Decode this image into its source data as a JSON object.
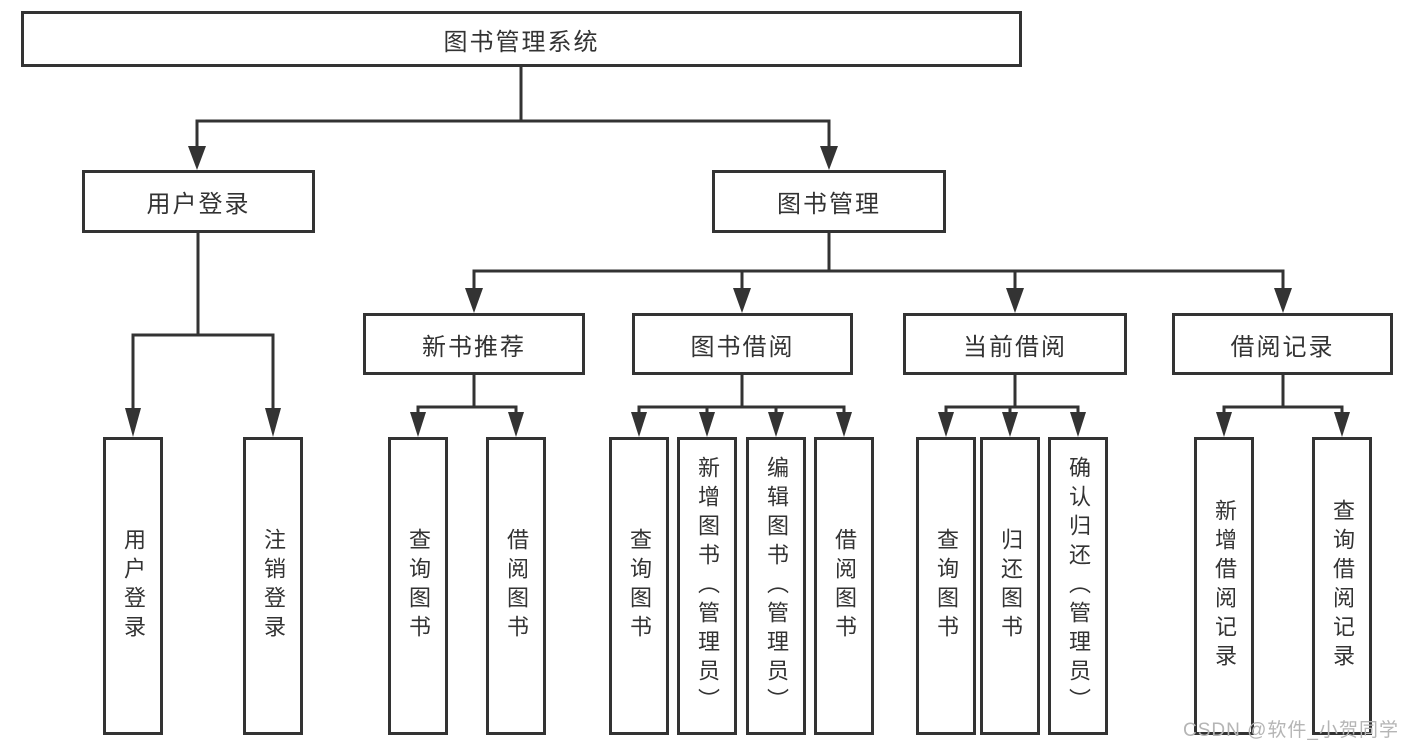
{
  "watermark": "CSDN @软件_小贺同学",
  "colors": {
    "line": "#333333",
    "box_border": "#333333",
    "box_fill": "#ffffff",
    "text": "#333333",
    "watermark": "#b5b5b5",
    "background": "#ffffff"
  },
  "tree": {
    "root": "图书管理系统",
    "level1": [
      "用户登录",
      "图书管理"
    ],
    "level2": [
      "新书推荐",
      "图书借阅",
      "当前借阅",
      "借阅记录"
    ],
    "leaves": {
      "user_login": [
        "用户登录",
        "注销登录"
      ],
      "new_book_recommend": [
        "查询图书",
        "借阅图书"
      ],
      "book_borrow": [
        "查询图书",
        "新增图书（管理员）",
        "编辑图书（管理员）",
        "借阅图书"
      ],
      "current_borrow": [
        "查询图书",
        "归还图书",
        "确认归还（管理员）"
      ],
      "borrow_record": [
        "新增借阅记录",
        "查询借阅记录"
      ]
    }
  }
}
